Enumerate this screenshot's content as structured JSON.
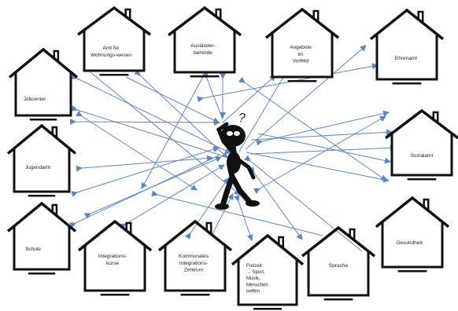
{
  "houses": [
    {
      "id": "jobcenter",
      "lines": [
        "Jobcenter"
      ]
    },
    {
      "id": "wohnungswesen",
      "lines": [
        "Amt für",
        "Wohnungs-wesen"
      ]
    },
    {
      "id": "auslaenderbehoerde",
      "lines": [
        "Ausländer-",
        "behörde"
      ]
    },
    {
      "id": "angebote",
      "lines": [
        "Angebote",
        "im",
        "Vorfeld"
      ]
    },
    {
      "id": "ehrenamt",
      "lines": [
        "Ehrenamt"
      ]
    },
    {
      "id": "jugendamt",
      "lines": [
        "Jugendamt"
      ]
    },
    {
      "id": "sozialamt",
      "lines": [
        "Sozialamt"
      ]
    },
    {
      "id": "schule",
      "lines": [
        "Schule"
      ]
    },
    {
      "id": "integrationskurs",
      "lines": [
        "Integrations-",
        "kurse"
      ]
    },
    {
      "id": "kommunales",
      "lines": [
        "Kommunales",
        "Integrations-",
        "Zentrum"
      ]
    },
    {
      "id": "freizeit",
      "lines": [
        "Freizeit",
        "→ Sport,",
        "Musik,",
        "Menschen",
        "treffen"
      ]
    },
    {
      "id": "sprache",
      "lines": [
        "Sprache"
      ]
    },
    {
      "id": "gesundheit",
      "lines": [
        "Gesundheit"
      ]
    }
  ],
  "figure": {
    "question_mark": "?"
  },
  "colors": {
    "arrow": "#5b86c5",
    "outline": "#111111",
    "background": "#ffffff"
  }
}
